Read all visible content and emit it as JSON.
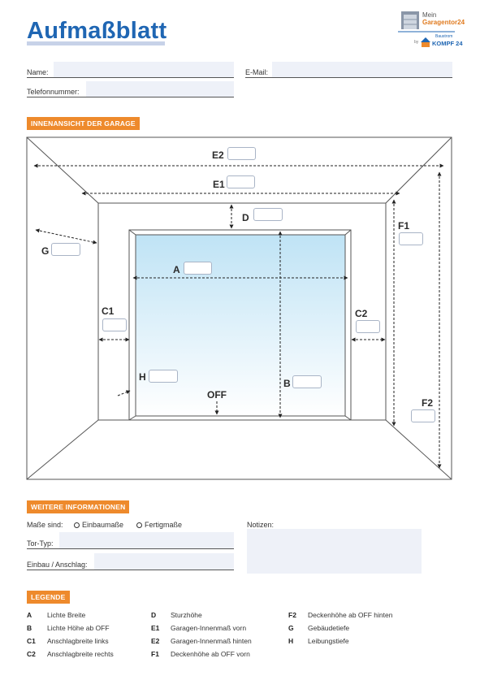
{
  "header": {
    "title": "Aufmaßblatt",
    "logo_line1": "Mein",
    "logo_line2": "Garagentor24",
    "logo_by": "by",
    "logo_brand_small": "Baustrom",
    "logo_brand": "KOMPF 24"
  },
  "form": {
    "name_label": "Name:",
    "email_label": "E-Mail:",
    "phone_label": "Telefonnummer:"
  },
  "section_interior": "INNENANSICHT DER GARAGE",
  "diagram": {
    "E2": "E2",
    "E1": "E1",
    "D": "D",
    "F1": "F1",
    "G": "G",
    "A": "A",
    "C1": "C1",
    "C2": "C2",
    "H": "H",
    "B": "B",
    "OFF": "OFF",
    "F2": "F2"
  },
  "section_more": "WEITERE INFORMATIONEN",
  "more": {
    "mass_label": "Maße sind:",
    "option1": "Einbaumaße",
    "option2": "Fertigmaße",
    "tortyp_label": "Tor-Typ:",
    "einbau_label": "Einbau / Anschlag:",
    "notes_label": "Notizen:"
  },
  "section_legend": "LEGENDE",
  "legend": {
    "col1": [
      {
        "key": "A",
        "text": "Lichte Breite"
      },
      {
        "key": "B",
        "text": "Lichte Höhe ab OFF"
      },
      {
        "key": "C1",
        "text": "Anschlagbreite links"
      },
      {
        "key": "C2",
        "text": "Anschlagbreite rechts"
      }
    ],
    "col2": [
      {
        "key": "D",
        "text": "Sturzhöhe"
      },
      {
        "key": "E1",
        "text": "Garagen-Innenmaß vorn"
      },
      {
        "key": "E2",
        "text": "Garagen-Innenmaß hinten"
      },
      {
        "key": "F1",
        "text": "Deckenhöhe ab OFF vorn"
      }
    ],
    "col3": [
      {
        "key": "F2",
        "text": "Deckenhöhe ab OFF hinten"
      },
      {
        "key": "G",
        "text": "Gebäudetiefe"
      },
      {
        "key": "H",
        "text": "Leibungstiefe"
      }
    ]
  },
  "colors": {
    "title": "#1f66b3",
    "section": "#ee8a2c",
    "field": "#eef1f8",
    "door_top": "#bfe3f5"
  }
}
